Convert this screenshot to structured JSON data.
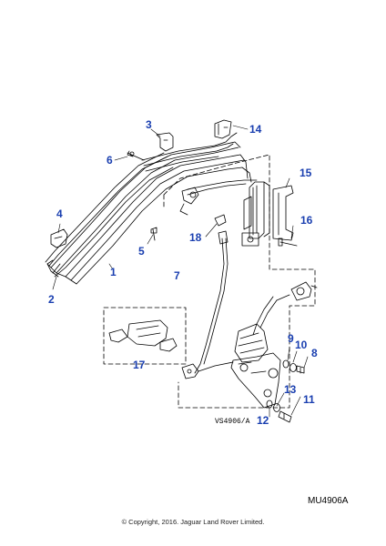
{
  "diagram": {
    "callouts": [
      {
        "id": "c1",
        "label": "1"
      },
      {
        "id": "c2",
        "label": "2"
      },
      {
        "id": "c3",
        "label": "3"
      },
      {
        "id": "c4",
        "label": "4"
      },
      {
        "id": "c5",
        "label": "5"
      },
      {
        "id": "c6",
        "label": "6"
      },
      {
        "id": "c7",
        "label": "7"
      },
      {
        "id": "c8",
        "label": "8"
      },
      {
        "id": "c9",
        "label": "9"
      },
      {
        "id": "c10",
        "label": "10"
      },
      {
        "id": "c11",
        "label": "11"
      },
      {
        "id": "c12",
        "label": "12"
      },
      {
        "id": "c13",
        "label": "13"
      },
      {
        "id": "c14",
        "label": "14"
      },
      {
        "id": "c15",
        "label": "15"
      },
      {
        "id": "c16",
        "label": "16"
      },
      {
        "id": "c17",
        "label": "17"
      },
      {
        "id": "c18",
        "label": "18"
      }
    ],
    "reference_code": "VS4906/A",
    "illustration_code": "MU4906A",
    "copyright": "© Copyright, 2016. Jaguar Land Rover Limited.",
    "colors": {
      "callout": "#1a3fb0",
      "line": "#000000",
      "shade": "#7a7a7a"
    }
  }
}
